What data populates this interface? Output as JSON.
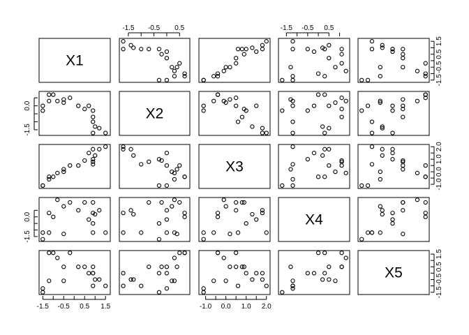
{
  "chart_data": {
    "type": "scatter",
    "subtype": "pairs-matrix",
    "variables": [
      "X1",
      "X2",
      "X3",
      "X4",
      "X5"
    ],
    "observations": [
      {
        "X1": -1.5,
        "X2": -0.3,
        "X3": -1.1,
        "X4": -1.7,
        "X5": -1.5
      },
      {
        "X1": -1.5,
        "X2": 0.0,
        "X3": -1.1,
        "X4": -1.2,
        "X5": -1.2
      },
      {
        "X1": -1.2,
        "X2": 0.3,
        "X3": -0.6,
        "X4": -1.2,
        "X5": -0.6
      },
      {
        "X1": -1.2,
        "X2": 0.7,
        "X3": -0.4,
        "X4": 0.3,
        "X5": 1.6
      },
      {
        "X1": -1.0,
        "X2": 0.7,
        "X3": -0.4,
        "X4": 0.0,
        "X5": 1.6
      },
      {
        "X1": -0.8,
        "X2": 0.3,
        "X3": -0.1,
        "X4": 1.3,
        "X5": 1.2
      },
      {
        "X1": -0.5,
        "X2": 0.4,
        "X3": 0.2,
        "X4": -1.3,
        "X5": 0.5
      },
      {
        "X1": -0.5,
        "X2": 0.2,
        "X3": 0.0,
        "X4": 0.8,
        "X5": -0.6
      },
      {
        "X1": -0.2,
        "X2": 0.5,
        "X3": 0.5,
        "X4": 1.1,
        "X5": 1.6
      },
      {
        "X1": 0.2,
        "X2": 0.0,
        "X3": 0.5,
        "X4": 0.5,
        "X5": 0.5
      },
      {
        "X1": 0.5,
        "X2": -0.2,
        "X3": 0.9,
        "X4": 1.1,
        "X5": 0.5
      },
      {
        "X1": 0.7,
        "X2": 0.0,
        "X3": 1.5,
        "X4": -0.2,
        "X5": 0.0
      },
      {
        "X1": 0.9,
        "X2": -0.3,
        "X3": 1.0,
        "X4": -0.5,
        "X5": 0.0
      },
      {
        "X1": 0.9,
        "X2": -0.7,
        "X3": 0.8,
        "X4": 1.1,
        "X5": 0.5
      },
      {
        "X1": 0.9,
        "X2": -1.0,
        "X3": 0.6,
        "X4": -1.2,
        "X5": -1.0
      },
      {
        "X1": 0.9,
        "X2": -1.7,
        "X3": 1.8,
        "X4": 0.3,
        "X5": 0.0
      },
      {
        "X1": 1.0,
        "X2": -1.3,
        "X3": 1.3,
        "X4": 0.2,
        "X5": -0.5
      },
      {
        "X1": 1.2,
        "X2": -1.4,
        "X3": 1.8,
        "X4": 0.5,
        "X5": -0.5
      },
      {
        "X1": 1.5,
        "X2": -1.7,
        "X3": 2.0,
        "X4": -1.2,
        "X5": -1.0
      }
    ],
    "axis_ranges": {
      "X1": [
        -1.55,
        1.6
      ],
      "X2": [
        -1.75,
        0.8
      ],
      "X3": [
        -1.2,
        2.05
      ],
      "X4": [
        -1.75,
        1.35
      ],
      "X5": [
        -1.55,
        1.65
      ]
    },
    "axes": {
      "top": {
        "X2": [
          "-1.5",
          "-0.5",
          "0.5"
        ],
        "X4": [
          "-1.5",
          "-0.5",
          "0.5"
        ]
      },
      "bottom": {
        "X1": [
          "-1.5",
          "-0.5",
          "0.5",
          "1.5"
        ],
        "X3": [
          "-1.0",
          "0.0",
          "1.0",
          "2.0"
        ]
      },
      "left": {
        "X2": [
          "-1.5",
          "0.0"
        ],
        "X4": [
          "-1.5",
          "0.0"
        ]
      },
      "right": {
        "X1": [
          "-1.5",
          "-0.5",
          "0.5",
          "1.5"
        ],
        "X3": [
          "-1.0",
          "0.0",
          "1.0",
          "2.0"
        ],
        "X5": [
          "-1.5",
          "-0.5",
          "0.5",
          "1.5"
        ]
      }
    },
    "grid": false,
    "legend": "none"
  }
}
